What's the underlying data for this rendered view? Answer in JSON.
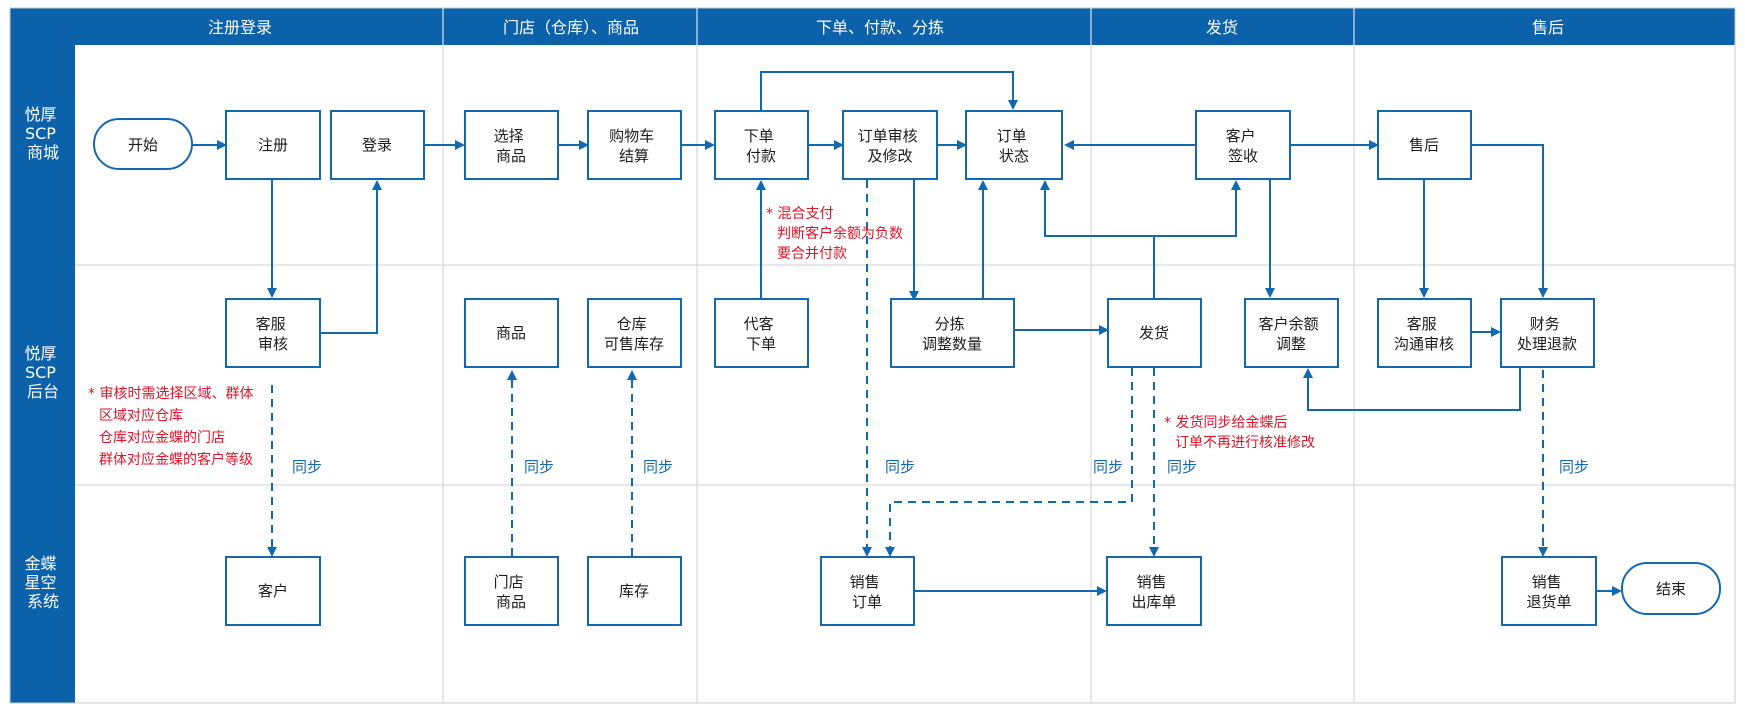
{
  "phases": [
    "注册登录",
    "门店（仓库）、商品",
    "下单、付款、分拣",
    "发货",
    "售后"
  ],
  "lanes": [
    [
      "悦厚",
      "SCP",
      "商城"
    ],
    [
      "悦厚",
      "SCP",
      "后台"
    ],
    [
      "金蝶",
      "星空",
      "系统"
    ]
  ],
  "nodes": {
    "start": [
      "开始"
    ],
    "register": [
      "注册"
    ],
    "login": [
      "登录"
    ],
    "select_goods": [
      "选择",
      "商品"
    ],
    "cart_checkout": [
      "购物车",
      "结算"
    ],
    "order_pay": [
      "下单",
      "付款"
    ],
    "order_review": [
      "订单审核",
      "及修改"
    ],
    "order_status": [
      "订单",
      "状态"
    ],
    "customer_receipt": [
      "客户",
      "签收"
    ],
    "after_sales": [
      "售后"
    ],
    "cs_review": [
      "客服",
      "审核"
    ],
    "goods": [
      "商品"
    ],
    "warehouse_stock": [
      "仓库",
      "可售库存"
    ],
    "proxy_order": [
      "代客",
      "下单"
    ],
    "sort_adjust": [
      "分拣",
      "调整数量"
    ],
    "ship": [
      "发货"
    ],
    "balance_adjust": [
      "客户余额",
      "调整"
    ],
    "cs_comm_review": [
      "客服",
      "沟通审核"
    ],
    "finance_refund": [
      "财务",
      "处理退款"
    ],
    "customer": [
      "客户"
    ],
    "store_goods": [
      "门店",
      "商品"
    ],
    "inventory": [
      "库存"
    ],
    "sales_order": [
      "销售",
      "订单"
    ],
    "sales_outbound": [
      "销售",
      "出库单"
    ],
    "sales_return": [
      "销售",
      "退货单"
    ],
    "end": [
      "结束"
    ]
  },
  "notes": {
    "review_region": [
      "* 审核时需选择区域、群体",
      "区域对应仓库",
      "仓库对应金蝶的门店",
      "群体对应金蝶的客户等级"
    ],
    "mixed_payment": [
      "* 混合支付",
      "判断客户余额为负数",
      "要合并付款"
    ],
    "ship_sync": [
      "* 发货同步给金蝶后",
      "订单不再进行核准修改"
    ]
  },
  "sync_label": "同步",
  "colors": {
    "header_blue": "#0b62ab",
    "line_blue": "#1468b0",
    "note_red": "#e0142a",
    "grid_gray": "#d0d0d0"
  }
}
